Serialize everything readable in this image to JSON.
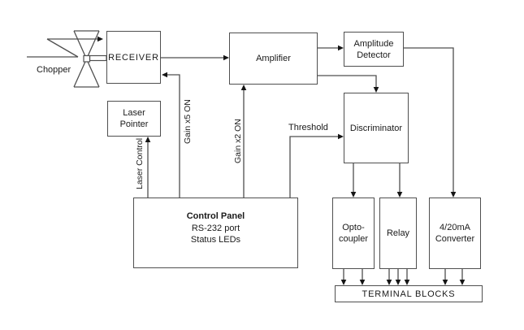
{
  "blocks": {
    "receiver": {
      "lines": [
        "RECEIVER"
      ]
    },
    "laser_pointer": {
      "lines": [
        "Laser",
        "Pointer"
      ]
    },
    "amplifier": {
      "lines": [
        "Amplifier"
      ]
    },
    "amplitude_detector": {
      "lines": [
        "Amplitude",
        "Detector"
      ]
    },
    "discriminator": {
      "lines": [
        "Discriminator"
      ]
    },
    "control_panel": {
      "title": "Control Panel",
      "lines": [
        "RS-232 port",
        "Status LEDs"
      ]
    },
    "opto_coupler": {
      "lines": [
        "Opto-",
        "coupler"
      ]
    },
    "relay": {
      "lines": [
        "Relay"
      ]
    },
    "converter": {
      "lines": [
        "4/20mA",
        "Converter"
      ]
    },
    "terminal_blocks": {
      "lines": [
        "TERMINAL BLOCKS"
      ]
    }
  },
  "wire_labels": {
    "chopper": "Chopper",
    "threshold": "Threshold",
    "laser_control": "Laser Control",
    "gain_x5": "Gain x5 ON",
    "gain_x2": "Gain x2 ON"
  },
  "colors": {
    "line": "#4f4f4f",
    "arrowhead": "#151515",
    "text": "#1a1a1a",
    "box_border": "#4f4f4f",
    "background": "#ffffff"
  }
}
